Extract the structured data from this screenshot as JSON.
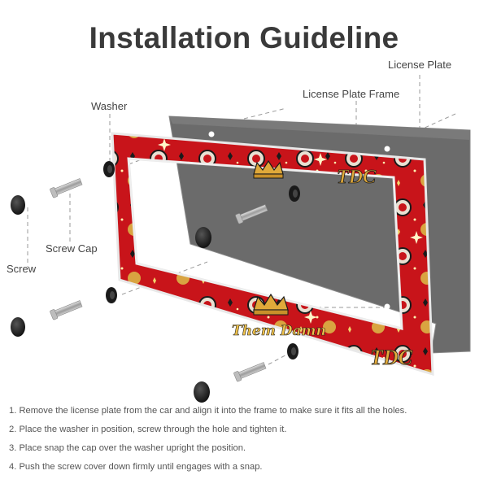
{
  "title": "Installation Guideline",
  "labels": {
    "license_plate": "License Plate",
    "license_plate_frame": "License Plate Frame",
    "washer": "Washer",
    "screw_cap": "Screw Cap",
    "screw": "Screw"
  },
  "frame_text": {
    "monogram": "TDC",
    "script": "Them Damn"
  },
  "colors": {
    "frame_red": "#c8141a",
    "plate_gray": "#6b6b6b",
    "gold": "#e0a93a",
    "hardware_black": "#1a1a1a"
  },
  "steps": [
    "1. Remove the license plate from the car and align it into the frame to make sure it fits all the holes.",
    "2. Place the washer in position, screw through the hole and tighten it.",
    "3. Place snap the cap over the washer upright the position.",
    "4. Push the screw cover down firmly until engages with a snap."
  ]
}
